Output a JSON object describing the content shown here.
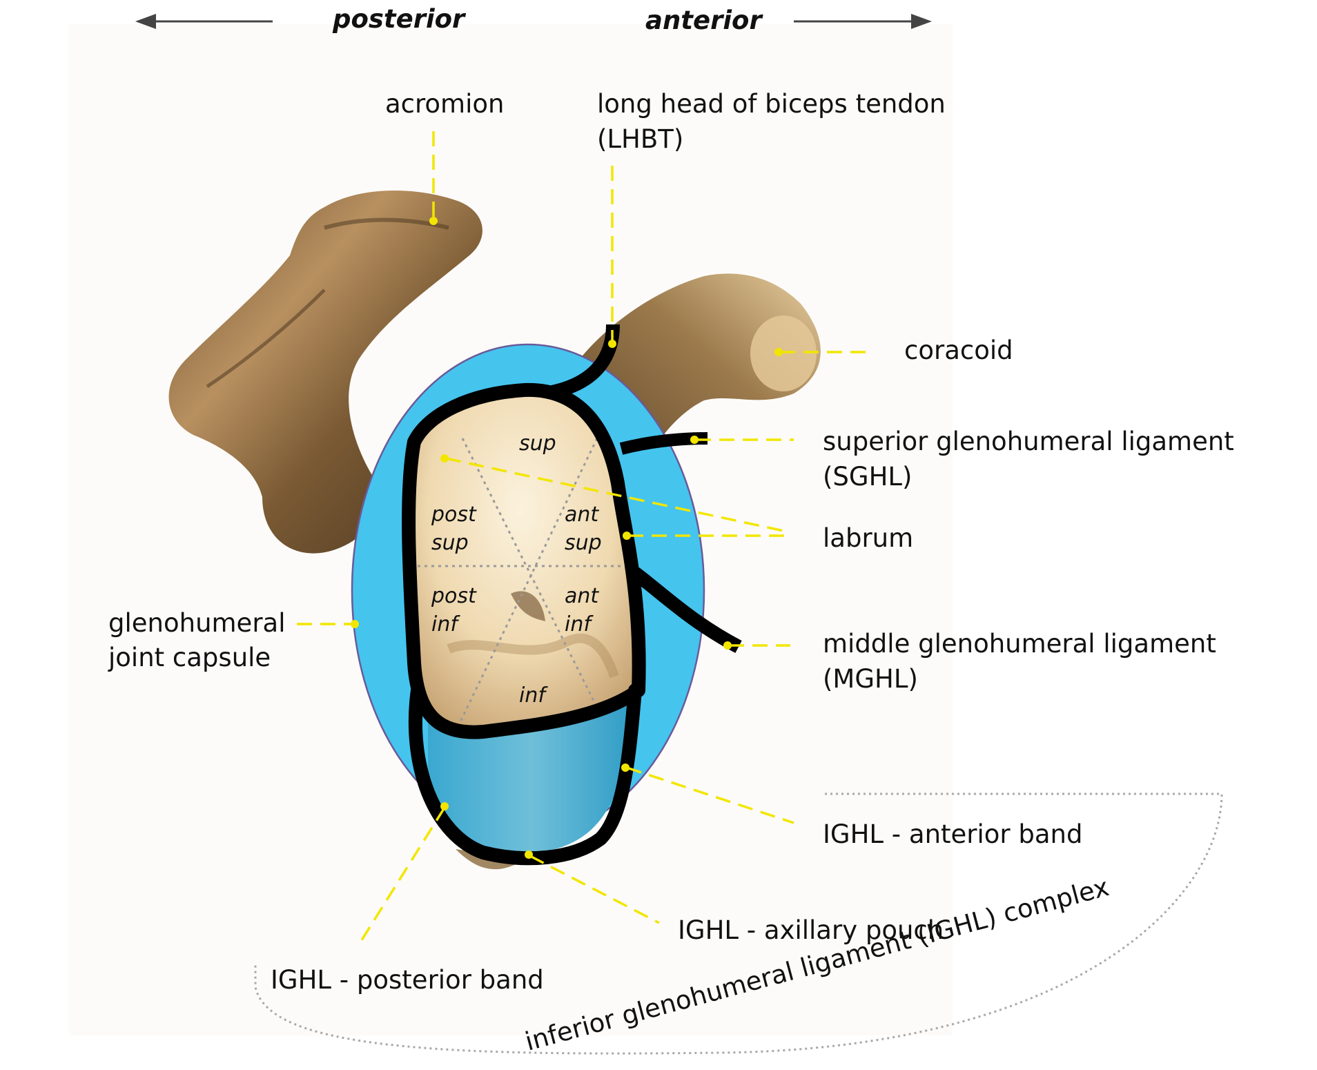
{
  "directions": {
    "posterior": "posterior",
    "anterior": "anterior"
  },
  "labels": {
    "acromion": "acromion",
    "lhbt_line1": "long head of biceps tendon",
    "lhbt_line2": "(LHBT)",
    "coracoid": "coracoid",
    "sghl_line1": "superior glenohumeral ligament",
    "sghl_line2": "(SGHL)",
    "labrum": "labrum",
    "capsule_line1": "glenohumeral",
    "capsule_line2": "joint capsule",
    "mghl_line1": "middle glenohumeral ligament",
    "mghl_line2": "(MGHL)",
    "ighl_anterior": "IGHL - anterior band",
    "ighl_axillary": "IGHL - axillary pouch",
    "ighl_posterior": "IGHL - posterior band",
    "ighl_complex": "inferior glenohumeral ligament (IGHL) complex"
  },
  "segments": {
    "sup": "sup",
    "post_sup_1": "post",
    "post_sup_2": "sup",
    "ant_sup_1": "ant",
    "ant_sup_2": "sup",
    "post_inf_1": "post",
    "post_inf_2": "inf",
    "ant_inf_1": "ant",
    "ant_inf_2": "inf",
    "inf": "inf"
  },
  "colors": {
    "capsule": "#45c4ee",
    "bone": "#8a6a3c",
    "glenoid": "#f4e2bf",
    "ligament": "#000000",
    "leader": "#f2e600"
  }
}
